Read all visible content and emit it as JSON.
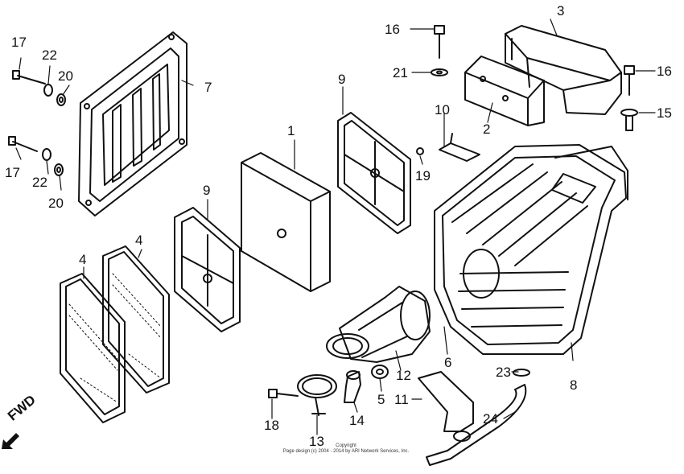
{
  "callouts": {
    "c1": "1",
    "c2": "2",
    "c3": "3",
    "c4a": "4",
    "c4b": "4",
    "c5": "5",
    "c6": "6",
    "c7": "7",
    "c8": "8",
    "c9a": "9",
    "c9b": "9",
    "c10": "10",
    "c11": "11",
    "c12": "12",
    "c13": "13",
    "c14": "14",
    "c15": "15",
    "c16a": "16",
    "c16b": "16",
    "c17a": "17",
    "c17b": "17",
    "c18": "18",
    "c19": "19",
    "c20a": "20",
    "c20b": "20",
    "c21": "21",
    "c22a": "22",
    "c22b": "22",
    "c23": "23",
    "c24": "24"
  },
  "fwd_label": "FWD",
  "copyright": {
    "line1": "Copyright",
    "line2": "Page design (c) 2004 - 2014 by ARI Network Services, Inc."
  }
}
